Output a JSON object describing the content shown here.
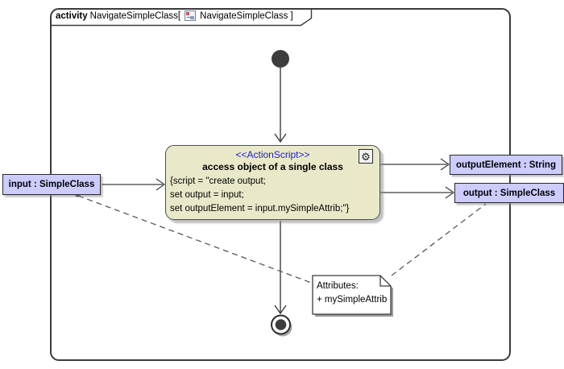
{
  "diagram": {
    "frame": {
      "keyword": "activity",
      "name_open": "NavigateSimpleClass[",
      "diagram_ref": "NavigateSimpleClass",
      "bracket_close": "]"
    },
    "action": {
      "stereotype": "<<ActionScript>>",
      "name": "access object of a single class",
      "script_lines": [
        "{script = \"create output;",
        "set output = input;",
        "set outputElement = input.mySimpleAttrib;\"}"
      ],
      "gear_glyph": "⚙"
    },
    "pins": {
      "input": "input : SimpleClass",
      "output_element": "outputElement : String",
      "output": "output : SimpleClass"
    },
    "note": {
      "line1": "Attributes:",
      "line2": "+ mySimpleAttrib"
    },
    "colors": {
      "action_fill": "#e9e9ca",
      "pin_fill": "#ccccff",
      "stereotype_text": "#1d1dcc",
      "edge": "#3d3d3d",
      "frame_border": "#3b3b3b",
      "note_fill": "#ffffff",
      "shadow": "#8c8c8c"
    }
  }
}
